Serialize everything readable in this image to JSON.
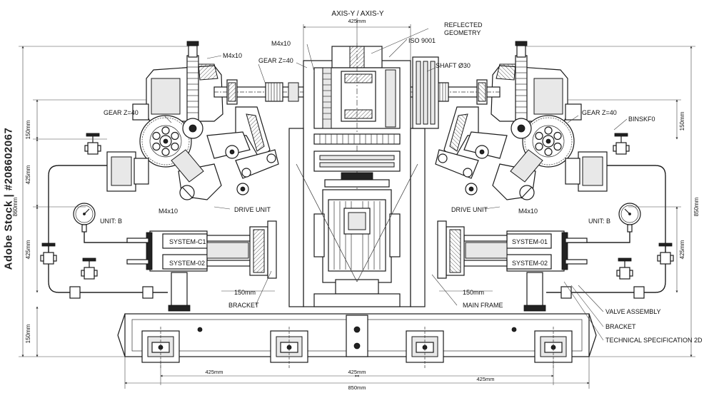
{
  "watermark": {
    "text": "Adobe Stock | #208602067"
  },
  "labels": {
    "axis_title": "AXIS-Y / AXIS-Y",
    "reflected_1": "REFLECTED",
    "reflected_2": "GEOMETRY",
    "iso": "ISO 9001",
    "shaft": "SHAFT Ø30",
    "m4x10": "M4x10",
    "gear_z40": "GEAR Z=40",
    "binskf": "BINSKF0",
    "drive_unit": "DRIVE UNIT",
    "unit_b": "UNIT: B",
    "system_c1": "SYSTEM-C1",
    "system_01": "SYSTEM-01",
    "system_02": "SYSTEM-02",
    "bracket": "BRACKET",
    "main_frame": "MAIN FRAME",
    "valve_assembly": "VALVE ASSEMBLY",
    "tech_spec": "TECHNICAL SPECIFICATION 2D"
  },
  "dimensions": {
    "d425": "425mm",
    "d850": "850mm",
    "d150": "150mm",
    "d860": "860mm"
  }
}
